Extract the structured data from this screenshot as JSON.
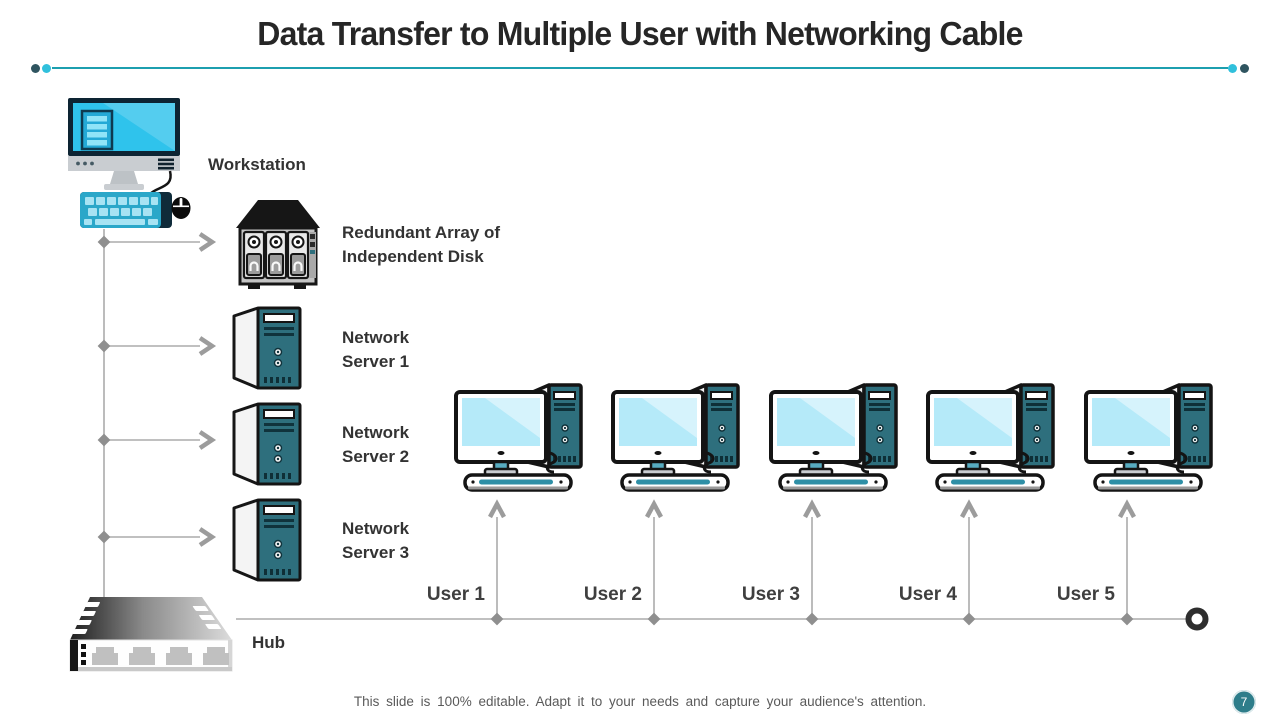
{
  "slide": {
    "title": "Data Transfer to Multiple User with Networking Cable",
    "footer_note": "This slide is 100% editable. Adapt it to your needs and capture your audience's attention.",
    "page_number": "7"
  },
  "colors": {
    "accent_rule": "#1C9FAF",
    "accent_dot_dark": "#2F5560",
    "accent_dot_cyan": "#30C0DC",
    "text_dark": "#262626",
    "device_teal": "#2E6F7D",
    "screen_cyan": "#2FC3EC",
    "screen_light": "#B5EAF9",
    "keyboard_teal": "#2AA7C9",
    "connector_gray": "#ABABAB",
    "page_badge_teal": "#2E7D8A"
  },
  "nodes": {
    "workstation": {
      "label": "Workstation"
    },
    "raid": {
      "label": "Redundant Array of\nIndependent Disk"
    },
    "servers": [
      {
        "label": "Network\nServer 1"
      },
      {
        "label": "Network\nServer 2"
      },
      {
        "label": "Network\nServer 3"
      }
    ],
    "hub": {
      "label": "Hub"
    },
    "users": [
      {
        "label": "User 1"
      },
      {
        "label": "User 2"
      },
      {
        "label": "User 3"
      },
      {
        "label": "User 4"
      },
      {
        "label": "User 5"
      }
    ]
  }
}
